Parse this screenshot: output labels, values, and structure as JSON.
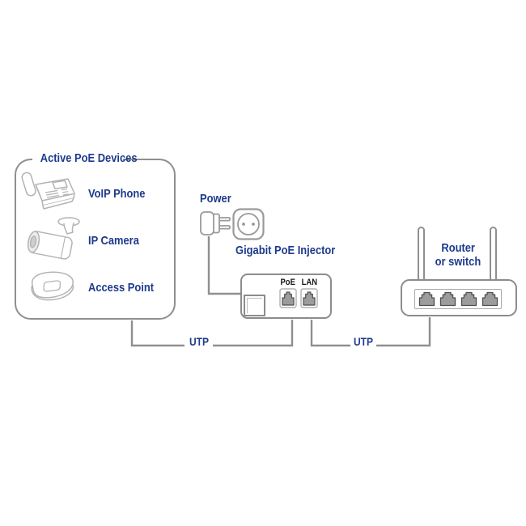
{
  "diagram": {
    "title_implicit": "PoE injector connection diagram",
    "devices_box": {
      "title": "Active PoE Devices",
      "items": [
        {
          "icon": "voip-phone-icon",
          "label": "VoIP Phone"
        },
        {
          "icon": "ip-camera-icon",
          "label": "IP Camera"
        },
        {
          "icon": "access-point-icon",
          "label": "Access Point"
        }
      ]
    },
    "power": {
      "label": "Power"
    },
    "injector": {
      "label": "Gigabit PoE Injector",
      "ports": [
        {
          "label": "PoE"
        },
        {
          "label": "LAN"
        }
      ]
    },
    "router": {
      "label_line1": "Router",
      "label_line2": "or switch",
      "port_count": 4
    },
    "cables": [
      {
        "label": "UTP",
        "from": "Active PoE Devices",
        "to": "PoE port"
      },
      {
        "label": "UTP",
        "from": "LAN port",
        "to": "Router or switch"
      }
    ],
    "colors": {
      "text_navy": "#1d3a8c",
      "line_gray": "#8f8f8f",
      "icon_gray": "#b3b3b3",
      "port_fill": "#9c9c9c",
      "port_border": "#4f4f4f",
      "port_label_black": "#161616",
      "background": "#ffffff"
    }
  }
}
